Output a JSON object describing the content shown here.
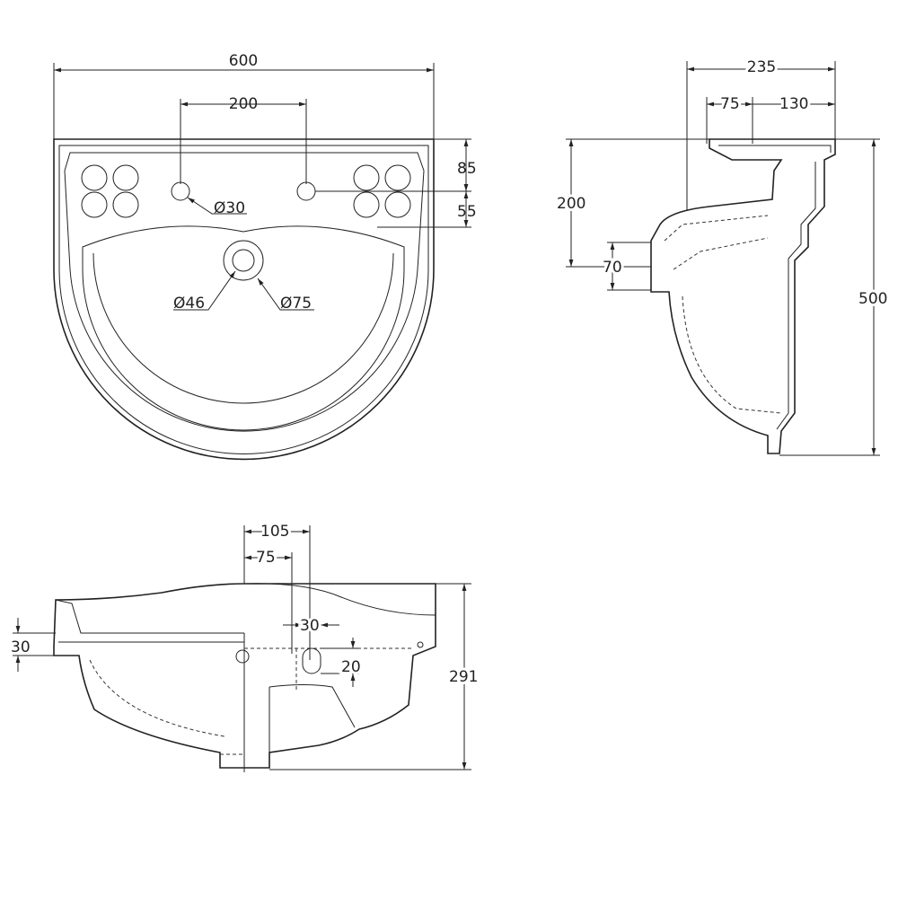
{
  "top_view": {
    "width_total": "600",
    "tap_spacing": "200",
    "dim_85": "85",
    "dim_55": "55",
    "tap_hole_dia": "Ø30",
    "waste_inner_dia": "Ø46",
    "waste_outer_dia": "Ø75"
  },
  "side_view": {
    "depth_total": "235",
    "dim_75": "75",
    "dim_130": "130",
    "dim_200": "200",
    "dim_70": "70",
    "height_total": "500"
  },
  "front_view": {
    "dim_105": "105",
    "dim_75": "75",
    "dim_30_top": "30",
    "dim_30_left": "30",
    "dim_20": "20",
    "height_total": "291"
  }
}
